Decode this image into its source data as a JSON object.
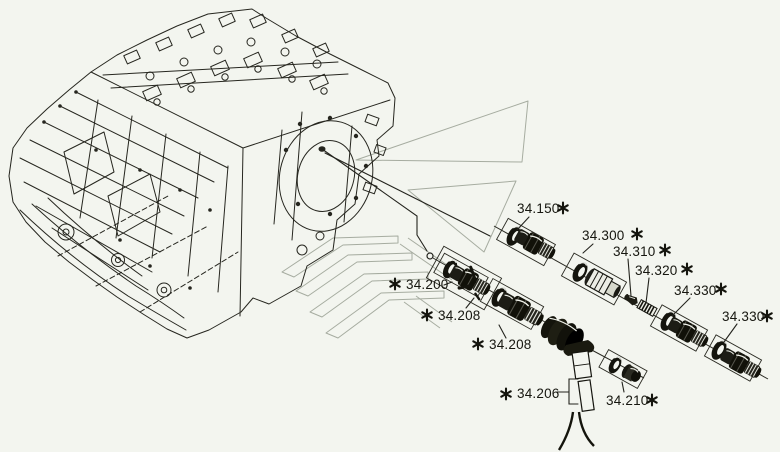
{
  "page": {
    "background_color": "#f3f5ef",
    "line_color": "#26261f",
    "watermark_color": "#a6aca0",
    "text_color": "#16160f"
  },
  "icons": {
    "service-marker": "✱"
  },
  "diagram": {
    "type": "exploded-parts-diagram",
    "parts": [
      {
        "ref": "34.150",
        "star": "after"
      },
      {
        "ref": "34.300",
        "star": "after"
      },
      {
        "ref": "34.310",
        "star": "after"
      },
      {
        "ref": "34.320",
        "star": "after"
      },
      {
        "ref": "34.330",
        "star": "after"
      },
      {
        "ref": "34.330",
        "star": "after"
      },
      {
        "ref": "34.200",
        "star": "before"
      },
      {
        "ref": "34.208",
        "star": "before"
      },
      {
        "ref": "34.208",
        "star": "before"
      },
      {
        "ref": "34.206",
        "star": "before"
      },
      {
        "ref": "34.210",
        "star": "after"
      }
    ]
  }
}
